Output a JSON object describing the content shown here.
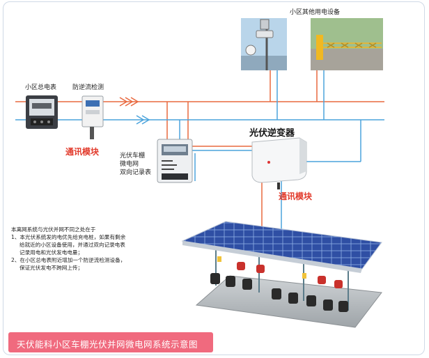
{
  "labels": {
    "community_other_devices": "小区其他用电设备",
    "community_main_meter": "小区总电表",
    "anti_backflow_detector": "防逆流检测",
    "comm_module_left": "通讯模块",
    "carport_meter_line1": "光伏车棚",
    "carport_meter_line2": "微电网",
    "carport_meter_line3": "双向记录表",
    "pv_inverter": "光伏逆变器",
    "comm_module_right": "通讯模块"
  },
  "notes": {
    "line1": "本离网系统与光伏并网不同之处在于",
    "line2": "1、本光伏系统发的电优先给充电桩，如果有剩余",
    "line3": "给就近的小区设备使用，并通过双向记录电表",
    "line4": "记录用电和光伏发电电量；",
    "line5": "2、在小区总电表附近增加一个防逆流检测设备，",
    "line6": "保证光伏发电不跨网上传；"
  },
  "footer": {
    "title": "天伏能科小区车棚光伏并网微电网系统示意图"
  },
  "colors": {
    "red_line": "#e8683e",
    "blue_line": "#4aa3dc",
    "accent_text": "#e23b2c",
    "footer_bg": "#f06a7e"
  }
}
